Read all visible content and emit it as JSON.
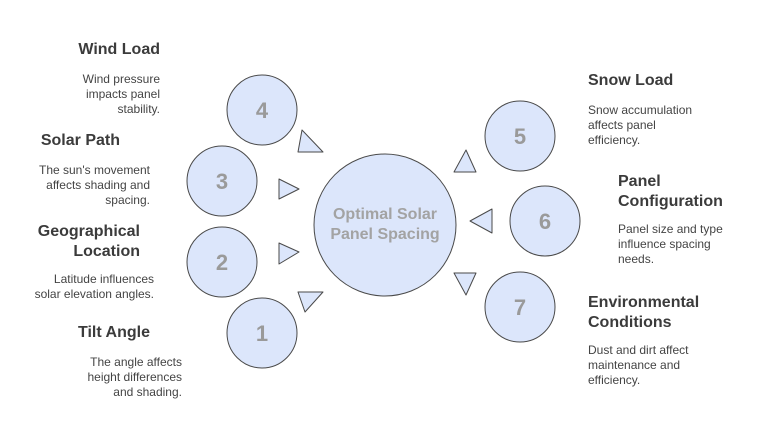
{
  "center": {
    "label_line1": "Optimal Solar",
    "label_line2": "Panel Spacing"
  },
  "factors": [
    {
      "number": "1",
      "title": "Tilt Angle",
      "description": "The angle affects height differences and shading."
    },
    {
      "number": "2",
      "title": "Geographical Location",
      "description": "Latitude influences solar elevation angles."
    },
    {
      "number": "3",
      "title": "Solar Path",
      "description": "The sun's movement affects shading and spacing."
    },
    {
      "number": "4",
      "title": "Wind Load",
      "description": "Wind pressure impacts panel stability."
    },
    {
      "number": "5",
      "title": "Snow Load",
      "description": "Snow accumulation affects panel efficiency."
    },
    {
      "number": "6",
      "title": "Panel Configuration",
      "description": "Panel size and type influence spacing needs."
    },
    {
      "number": "7",
      "title": "Environmental Conditions",
      "description": "Dust and dirt affect maintenance and efficiency."
    }
  ],
  "colors": {
    "circle_fill": "#dce6fb",
    "outline": "#4a4a4a",
    "number_text": "#9a9a9a",
    "center_text": "#a3a3a3",
    "body_text": "#3f3f3f"
  }
}
